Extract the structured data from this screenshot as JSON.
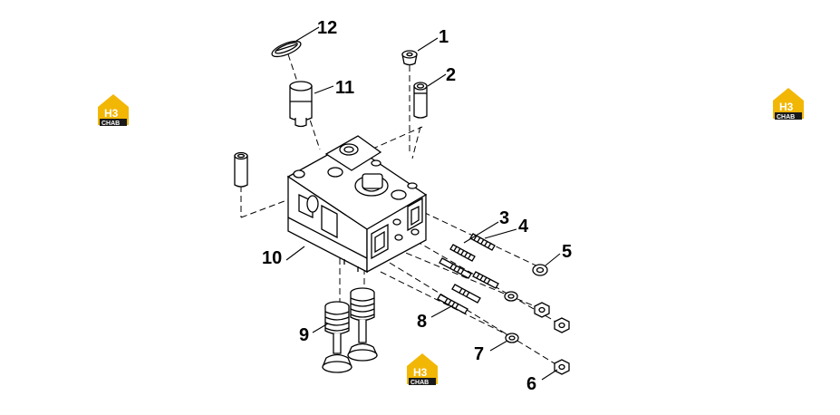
{
  "callouts": [
    {
      "id": "1",
      "label": "1"
    },
    {
      "id": "2",
      "label": "2"
    },
    {
      "id": "3",
      "label": "3"
    },
    {
      "id": "4",
      "label": "4"
    },
    {
      "id": "5",
      "label": "5"
    },
    {
      "id": "6",
      "label": "6"
    },
    {
      "id": "7",
      "label": "7"
    },
    {
      "id": "8",
      "label": "8"
    },
    {
      "id": "9",
      "label": "9"
    },
    {
      "id": "10",
      "label": "10"
    },
    {
      "id": "11",
      "label": "11"
    },
    {
      "id": "12",
      "label": "12"
    }
  ],
  "watermark": {
    "text": "H3",
    "subtext": "CHAB",
    "colors": {
      "roof": "#f2b705",
      "badge": "#1a1a1a",
      "text": "#ffffff"
    }
  }
}
